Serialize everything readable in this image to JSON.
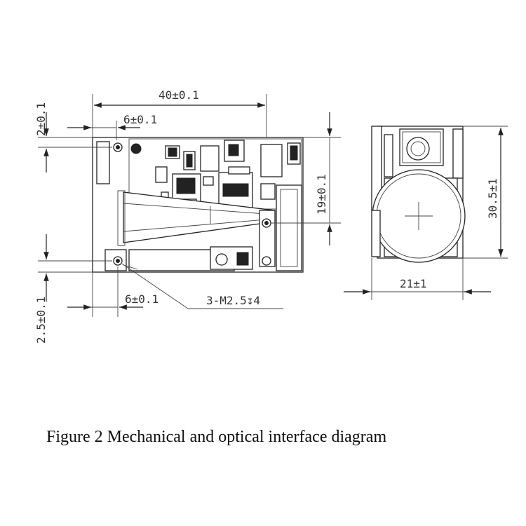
{
  "dimensions": {
    "overall_length": "40±0.1",
    "top_hole_offset": "6±0.1",
    "bottom_hole_offset": "6±0.1",
    "top_edge_offset": "2±0.1",
    "bottom_edge_offset": "2.5±0.1",
    "hole_height": "19±0.1",
    "screw_spec": "3-M2.5↧4",
    "side_height": "30.5±1",
    "side_width": "21±1"
  },
  "caption": "Figure 2 Mechanical and optical interface diagram"
}
